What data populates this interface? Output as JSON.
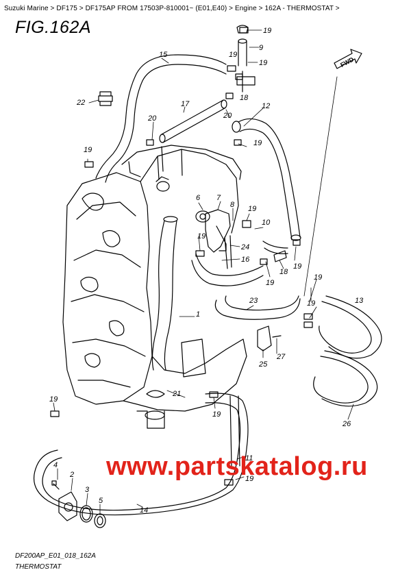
{
  "breadcrumb": {
    "items": [
      "Suzuki Marine",
      "DF175",
      "DF175AP FROM 17503P-810001~ (E01,E40)",
      "Engine",
      "162A - THERMOSTAT"
    ],
    "separator": " > ",
    "trailing": " >"
  },
  "figure": {
    "title": "FIG.162A",
    "code": "DF200AP_E01_018_162A",
    "caption": "THERMOSTAT",
    "direction_label": "FWD"
  },
  "watermark": "www.partskatalog.ru",
  "callouts": {
    "c1": "1",
    "c2": "2",
    "c3": "3",
    "c4": "4",
    "c5": "5",
    "c6": "6",
    "c7": "7",
    "c8": "8",
    "c9": "9",
    "c10": "10",
    "c11": "11",
    "c12": "12",
    "c13": "13",
    "c14": "14",
    "c15": "15",
    "c16": "16",
    "c17": "17",
    "c18a": "18",
    "c18b": "18",
    "c19a": "19",
    "c19b": "19",
    "c19c": "19",
    "c19d": "19",
    "c19e": "19",
    "c19f": "19",
    "c19g": "19",
    "c19h": "19",
    "c19i": "19",
    "c19j": "19",
    "c19k": "19",
    "c19l": "19",
    "c19m": "19",
    "c19n": "19",
    "c20a": "20",
    "c20b": "20",
    "c21": "21",
    "c22": "22",
    "c23": "23",
    "c24": "24",
    "c25": "25",
    "c26": "26",
    "c27": "27"
  },
  "colors": {
    "watermark": "#e2231a",
    "line": "#000000"
  }
}
